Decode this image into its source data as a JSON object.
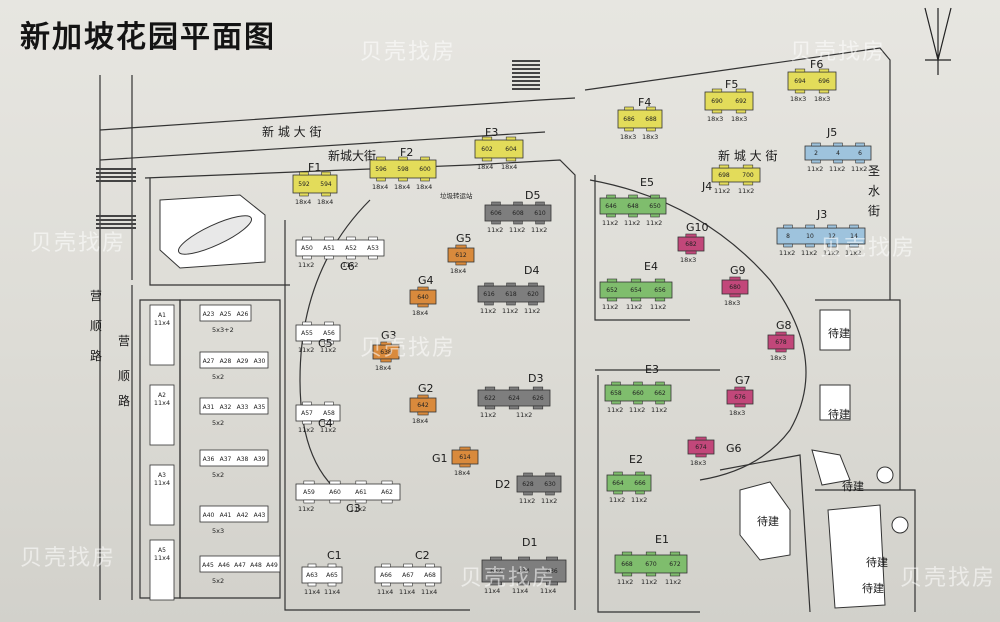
{
  "title": "新加坡花园平面图",
  "watermarks": [
    "贝壳找房",
    "贝壳找房",
    "贝壳找房",
    "贝壳找房",
    "贝壳找房",
    "贝壳找房",
    "贝壳找房",
    "贝壳找房"
  ],
  "roads": {
    "main": "新 城 大 街",
    "inner": "新城大街",
    "inner2": "新 城 大 街",
    "west_chars": [
      "营",
      "顺",
      "路"
    ],
    "west2_chars": [
      "营",
      "顺",
      "路"
    ],
    "east_chars": [
      "圣",
      "水",
      "街"
    ]
  },
  "gate_text": "垃圾转运站",
  "colors": {
    "yellow": "#e3dc5a",
    "green": "#7fbd6d",
    "gray": "#7e7e7e",
    "orange": "#d98a3c",
    "magenta": "#c2477a",
    "blue": "#9ec3dd",
    "white": "#ffffff"
  },
  "buildings": [
    {
      "id": "F1",
      "units": [
        "592",
        "594"
      ],
      "notes": [
        "18x4",
        "18x4"
      ],
      "color": "yellow"
    },
    {
      "id": "F2",
      "units": [
        "596",
        "598",
        "600"
      ],
      "notes": [
        "18x4",
        "18x4",
        "18x4"
      ],
      "color": "yellow"
    },
    {
      "id": "F3",
      "units": [
        "602",
        "604"
      ],
      "notes": [
        "18x4",
        "18x4"
      ],
      "color": "yellow"
    },
    {
      "id": "F4",
      "units": [
        "686",
        "688"
      ],
      "notes": [
        "18x3",
        "18x3"
      ],
      "color": "yellow"
    },
    {
      "id": "F5",
      "units": [
        "690",
        "692"
      ],
      "notes": [
        "18x3",
        "18x3"
      ],
      "color": "yellow"
    },
    {
      "id": "F6",
      "units": [
        "694",
        "696"
      ],
      "notes": [
        "18x3",
        "18x3"
      ],
      "color": "yellow"
    },
    {
      "id": "J4",
      "units": [
        "698",
        "700"
      ],
      "notes": [
        "11x2",
        "11x2"
      ],
      "color": "yellow"
    },
    {
      "id": "J5",
      "units": [
        "2",
        "4",
        "6"
      ],
      "notes": [
        "11x2",
        "11x2",
        "11x2"
      ],
      "color": "blue"
    },
    {
      "id": "J3",
      "units": [
        "8",
        "10",
        "12",
        "14"
      ],
      "notes": [
        "11x2",
        "11x2",
        "11x2",
        "11x2"
      ],
      "color": "blue"
    },
    {
      "id": "C6",
      "units": [
        "A50",
        "A51",
        "A52",
        "A53"
      ],
      "notes": [
        "11x2",
        "11x2"
      ],
      "color": "white"
    },
    {
      "id": "C5",
      "units": [
        "A55",
        "A56"
      ],
      "notes": [
        "11x2",
        "11x2"
      ],
      "color": "white"
    },
    {
      "id": "C4",
      "units": [
        "A57",
        "A58"
      ],
      "notes": [
        "11x2",
        "11x2"
      ],
      "color": "white"
    },
    {
      "id": "C3",
      "units": [
        "A59",
        "A60",
        "A61",
        "A62"
      ],
      "notes": [
        "11x2",
        "11x2"
      ],
      "color": "white"
    },
    {
      "id": "C1",
      "units": [
        "A63",
        "A65"
      ],
      "notes": [
        "11x4",
        "11x4"
      ],
      "color": "white"
    },
    {
      "id": "C2",
      "units": [
        "A66",
        "A67",
        "A68"
      ],
      "notes": [
        "11x4",
        "11x4",
        "11x4"
      ],
      "color": "white"
    },
    {
      "id": "D5",
      "units": [
        "606",
        "608",
        "610"
      ],
      "notes": [
        "11x2",
        "11x2",
        "11x2"
      ],
      "color": "gray"
    },
    {
      "id": "D4",
      "units": [
        "616",
        "618",
        "620"
      ],
      "notes": [
        "11x2",
        "11x2",
        "11x2"
      ],
      "color": "gray"
    },
    {
      "id": "D3",
      "units": [
        "622",
        "624",
        "626"
      ],
      "notes": [
        "11x2",
        "11x2"
      ],
      "color": "gray"
    },
    {
      "id": "D2",
      "units": [
        "628",
        "630"
      ],
      "notes": [
        "11x2",
        "11x2"
      ],
      "color": "gray"
    },
    {
      "id": "D1",
      "units": [
        "632",
        "634",
        "636"
      ],
      "notes": [
        "11x4",
        "11x4",
        "11x4"
      ],
      "color": "gray"
    },
    {
      "id": "G5",
      "units": [
        "612"
      ],
      "notes": [
        "18x4"
      ],
      "color": "orange"
    },
    {
      "id": "G4",
      "units": [
        "640"
      ],
      "notes": [
        "18x4"
      ],
      "color": "orange"
    },
    {
      "id": "G3",
      "units": [
        "638"
      ],
      "notes": [
        "18x4"
      ],
      "color": "orange"
    },
    {
      "id": "G2",
      "units": [
        "642"
      ],
      "notes": [
        "18x4"
      ],
      "color": "orange"
    },
    {
      "id": "G1",
      "units": [
        "614"
      ],
      "notes": [
        "18x4"
      ],
      "color": "orange"
    },
    {
      "id": "G10",
      "units": [
        "682"
      ],
      "notes": [
        "18x3"
      ],
      "color": "magenta"
    },
    {
      "id": "G9",
      "units": [
        "680"
      ],
      "notes": [
        "18x3"
      ],
      "color": "magenta"
    },
    {
      "id": "G8",
      "units": [
        "678"
      ],
      "notes": [
        "18x3"
      ],
      "color": "magenta"
    },
    {
      "id": "G7",
      "units": [
        "676"
      ],
      "notes": [
        "18x3"
      ],
      "color": "magenta"
    },
    {
      "id": "G6",
      "units": [
        "674"
      ],
      "notes": [
        "18x3"
      ],
      "color": "magenta"
    },
    {
      "id": "E5",
      "units": [
        "646",
        "648",
        "650"
      ],
      "notes": [
        "11x2",
        "11x2",
        "11x2"
      ],
      "color": "green"
    },
    {
      "id": "E4",
      "units": [
        "652",
        "654",
        "656"
      ],
      "notes": [
        "11x2",
        "11x2",
        "11x2"
      ],
      "color": "green"
    },
    {
      "id": "E3",
      "units": [
        "658",
        "660",
        "662"
      ],
      "notes": [
        "11x2",
        "11x2",
        "11x2"
      ],
      "color": "green"
    },
    {
      "id": "E2",
      "units": [
        "664",
        "666"
      ],
      "notes": [
        "11x2",
        "11x2"
      ],
      "color": "green"
    },
    {
      "id": "E1",
      "units": [
        "668",
        "670",
        "672"
      ],
      "notes": [
        "11x2",
        "11x2",
        "11x2"
      ],
      "color": "green"
    }
  ],
  "west_blocks": [
    {
      "units": [
        "A23",
        "A25",
        "A26"
      ],
      "note": "5x3+2"
    },
    {
      "units": [
        "A27",
        "A28",
        "A29",
        "A30"
      ],
      "note": "5x2"
    },
    {
      "units": [
        "A31",
        "A32",
        "A33",
        "A35"
      ],
      "note": "5x2"
    },
    {
      "units": [
        "A36",
        "A37",
        "A38",
        "A39"
      ],
      "note": "5x2"
    },
    {
      "units": [
        "A40",
        "A41",
        "A42",
        "A43"
      ],
      "note": "5x3"
    },
    {
      "units": [
        "A45",
        "A46",
        "A47",
        "A48",
        "A49"
      ],
      "note": "5x2"
    }
  ],
  "west_column": [
    {
      "id": "A1",
      "note": "11x4"
    },
    {
      "id": "A2",
      "note": "11x4"
    },
    {
      "id": "A3",
      "note": "11x4"
    },
    {
      "id": "A5",
      "note": "11x4"
    }
  ],
  "pending": [
    "待建",
    "待建",
    "待建",
    "待建",
    "待建",
    "待建"
  ]
}
